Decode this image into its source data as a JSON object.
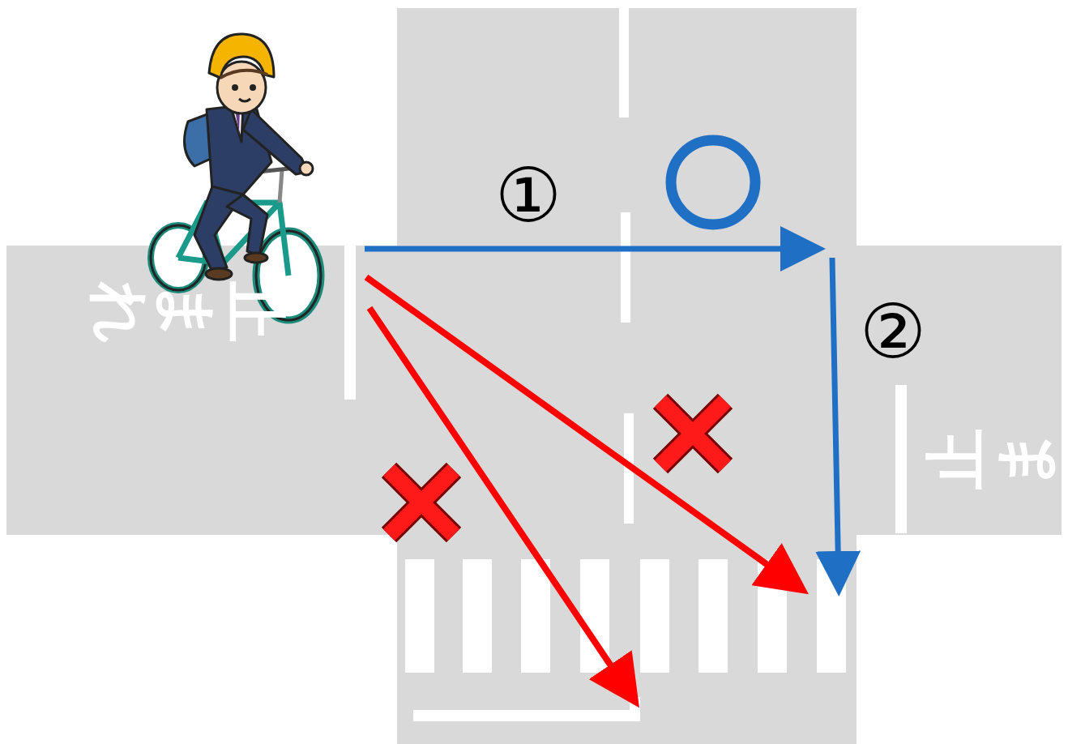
{
  "diagram": {
    "labels": [
      "①",
      "②",
      "止まれ",
      "止ま"
    ]
  }
}
